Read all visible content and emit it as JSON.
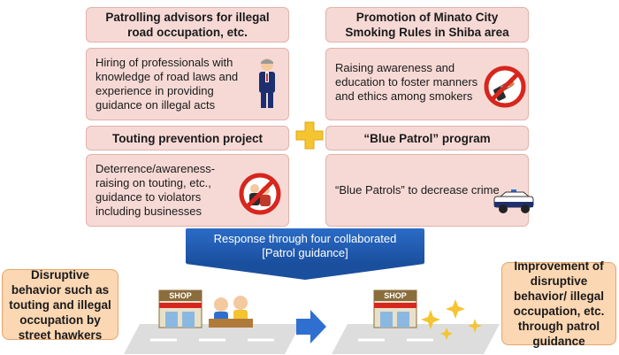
{
  "cards": [
    {
      "title": "Patrolling advisors for illegal road occupation, etc.",
      "body": "Hiring of professionals with knowledge of road laws and experience in providing guidance on illegal acts"
    },
    {
      "title": "Promotion of Minato City Smoking Rules in Shiba area",
      "body": "Raising awareness and education to foster manners and ethics among smokers"
    },
    {
      "title": "Touting prevention project",
      "body": "Deterrence/awareness-raising on touting, etc., guidance to violators including businesses"
    },
    {
      "title": "“Blue Patrol” program",
      "body": "“Blue Patrols” to decrease crime"
    }
  ],
  "banner": {
    "line1": "Response through four collaborated",
    "line2": "[Patrol guidance]"
  },
  "left_note": "Disruptive behavior such as touting and illegal occupation by street hawkers",
  "right_note": "Improvement of disruptive behavior/ illegal occupation, etc. through patrol guidance",
  "shop_label": "SHOP",
  "colors": {
    "card_fill": "#f6d9d5",
    "note_fill": "#fbd7b3",
    "banner_blue": "#1f5bb0",
    "plus": "#f4c431",
    "arrow": "#2f6fd0"
  }
}
